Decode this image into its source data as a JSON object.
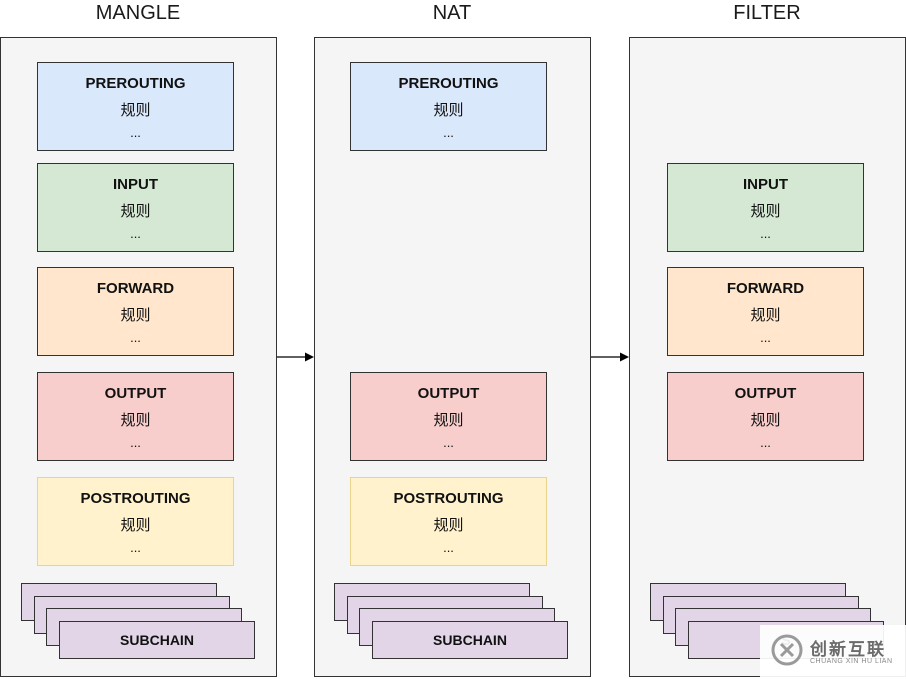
{
  "tables": [
    {
      "title": "MANGLE",
      "chains": [
        {
          "name": "PREROUTING",
          "rule": "规则",
          "more": "..."
        },
        {
          "name": "INPUT",
          "rule": "规则",
          "more": "..."
        },
        {
          "name": "FORWARD",
          "rule": "规则",
          "more": "..."
        },
        {
          "name": "OUTPUT",
          "rule": "规则",
          "more": "..."
        },
        {
          "name": "POSTROUTING",
          "rule": "规则",
          "more": "..."
        }
      ],
      "subchain": "SUBCHAIN"
    },
    {
      "title": "NAT",
      "chains": [
        {
          "name": "PREROUTING",
          "rule": "规则",
          "more": "..."
        },
        {
          "name": "OUTPUT",
          "rule": "规则",
          "more": "..."
        },
        {
          "name": "POSTROUTING",
          "rule": "规则",
          "more": "..."
        }
      ],
      "subchain": "SUBCHAIN"
    },
    {
      "title": "FILTER",
      "chains": [
        {
          "name": "INPUT",
          "rule": "规则",
          "more": "..."
        },
        {
          "name": "FORWARD",
          "rule": "规则",
          "more": "..."
        },
        {
          "name": "OUTPUT",
          "rule": "规则",
          "more": "..."
        }
      ],
      "subchain": "S"
    }
  ],
  "colors": {
    "prerouting": "#dae8fc",
    "input": "#d5e8d4",
    "forward": "#ffe6cc",
    "output": "#f8cecc",
    "postrouting": "#fff2cc",
    "subchain": "#e1d5e7",
    "panel": "#f5f5f5"
  },
  "watermark": {
    "icon": "watermark-logo-icon",
    "text_cn": "创新互联",
    "text_en": "CHUANG XIN HU LIAN"
  }
}
